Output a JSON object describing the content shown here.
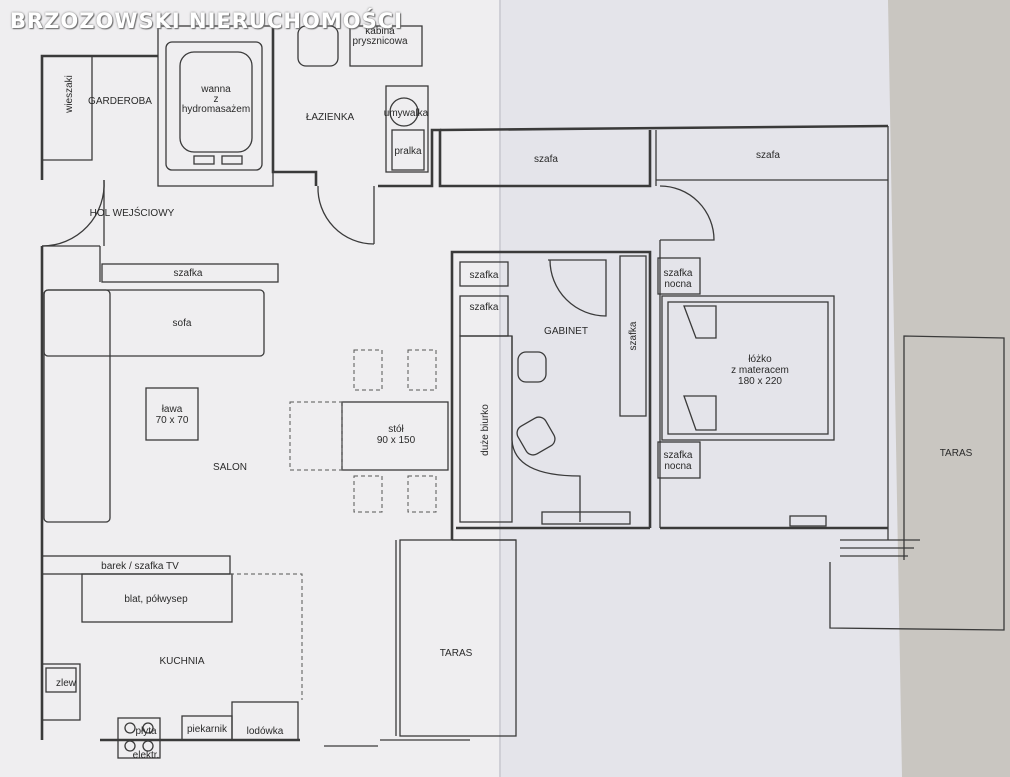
{
  "watermark": "BRZOZOWSKI NIERUCHOMOŚCI",
  "rooms": {
    "garderoba": "GARDEROBA",
    "wieszaki": "wieszaki",
    "wanna": [
      "wanna",
      "z",
      "hydromasażem"
    ],
    "lazienka": "ŁAZIENKA",
    "kabina": [
      "kabina",
      "prysznicowa"
    ],
    "umywalka": "umywalka",
    "pralka": "pralka",
    "szafa1": "szafa",
    "szafa2": "szafa",
    "hol": "HOL WEJŚCIOWY",
    "szafka_hol": "szafka",
    "sofa": "sofa",
    "lawa": [
      "ława",
      "70 x 70"
    ],
    "salon": "SALON",
    "stol": [
      "stół",
      "90 x 150"
    ],
    "szafka_gab1": "szafka",
    "szafka_gab2": "szafka",
    "szafka_gab3": "szafka",
    "gabinet": "GABINET",
    "biurko": "duże biurko",
    "szafka_nocna1": [
      "szafka",
      "nocna"
    ],
    "szafka_nocna2": [
      "szafka",
      "nocna"
    ],
    "lozko": [
      "łóżko",
      "z materacem",
      "180 x 220"
    ],
    "taras_right": "TARAS",
    "taras_mid": "TARAS",
    "barek": "barek / szafka TV",
    "blat": "blat, półwysep",
    "kuchnia": "KUCHNIA",
    "zlew": "zlew",
    "plyta": [
      "płyta",
      "elektr."
    ],
    "piekarnik": "piekarnik",
    "lodowka": "lodówka"
  }
}
